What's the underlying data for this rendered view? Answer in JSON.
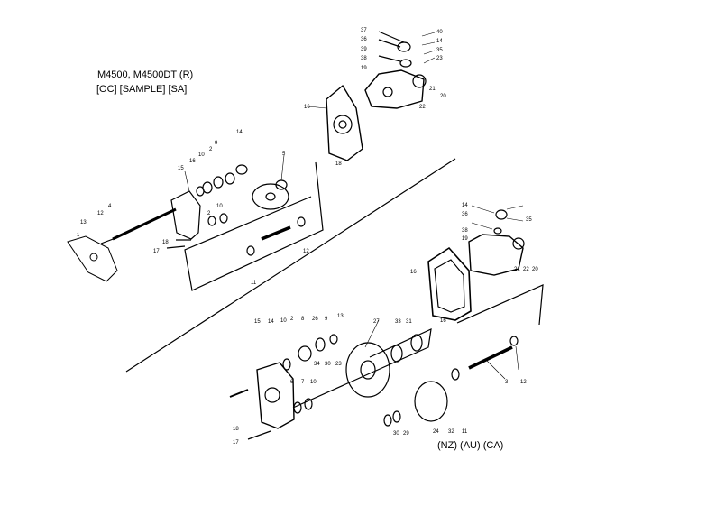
{
  "diagram": {
    "title_lines": [
      "M4500, M4500DT (R)",
      "[OC] [SAMPLE] [SA]"
    ],
    "lower_caption": "(NZ) (AU) (CA)",
    "colors": {
      "line": "#000000",
      "background": "#ffffff"
    },
    "callouts_top": [
      "37",
      "36",
      "39",
      "38",
      "19",
      "40",
      "14",
      "35",
      "23",
      "21",
      "22",
      "20",
      "16",
      "18"
    ],
    "callouts_left": [
      "15",
      "16",
      "10",
      "2",
      "14",
      "9",
      "5",
      "4",
      "13",
      "12",
      "1",
      "10",
      "2",
      "17",
      "18",
      "11",
      "12"
    ],
    "callouts_right_housing": [
      "14",
      "36",
      "35",
      "38",
      "19",
      "16",
      "16",
      "21",
      "22",
      "20"
    ],
    "callouts_bottom": [
      "15",
      "14",
      "10",
      "2",
      "8",
      "26",
      "9",
      "13",
      "27",
      "33",
      "31",
      "6",
      "7",
      "10",
      "34",
      "30",
      "23",
      "17",
      "18",
      "24",
      "32",
      "11",
      "30",
      "29",
      "3",
      "12"
    ]
  }
}
